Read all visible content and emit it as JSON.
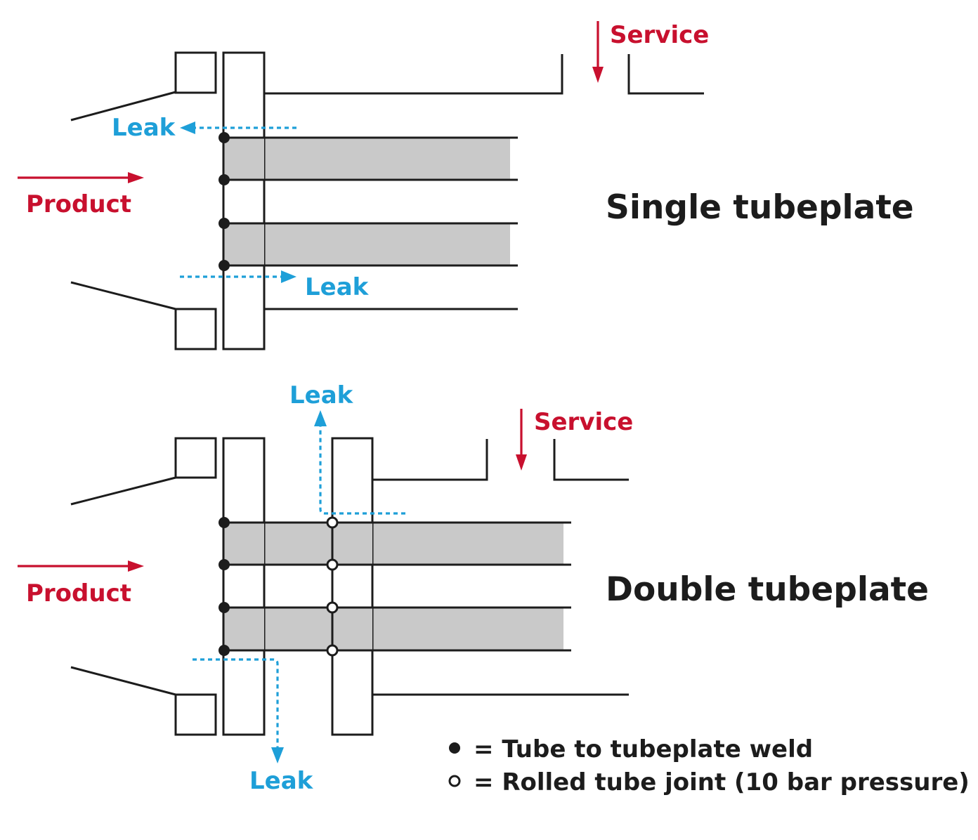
{
  "single": {
    "title": "Single tubeplate",
    "service": "Service",
    "product": "Product",
    "leak_top": "Leak",
    "leak_bottom": "Leak"
  },
  "double": {
    "title": "Double tubeplate",
    "service": "Service",
    "product": "Product",
    "leak_top": "Leak",
    "leak_bottom": "Leak"
  },
  "legend": {
    "weld": "= Tube to tubeplate weld",
    "rolled": "= Rolled tube joint (10 bar pressure)"
  },
  "colors": {
    "product_service": "#c8102e",
    "leak": "#1e9fd8",
    "outline": "#1c1c1c",
    "tube_fill": "#c9c9c9"
  }
}
